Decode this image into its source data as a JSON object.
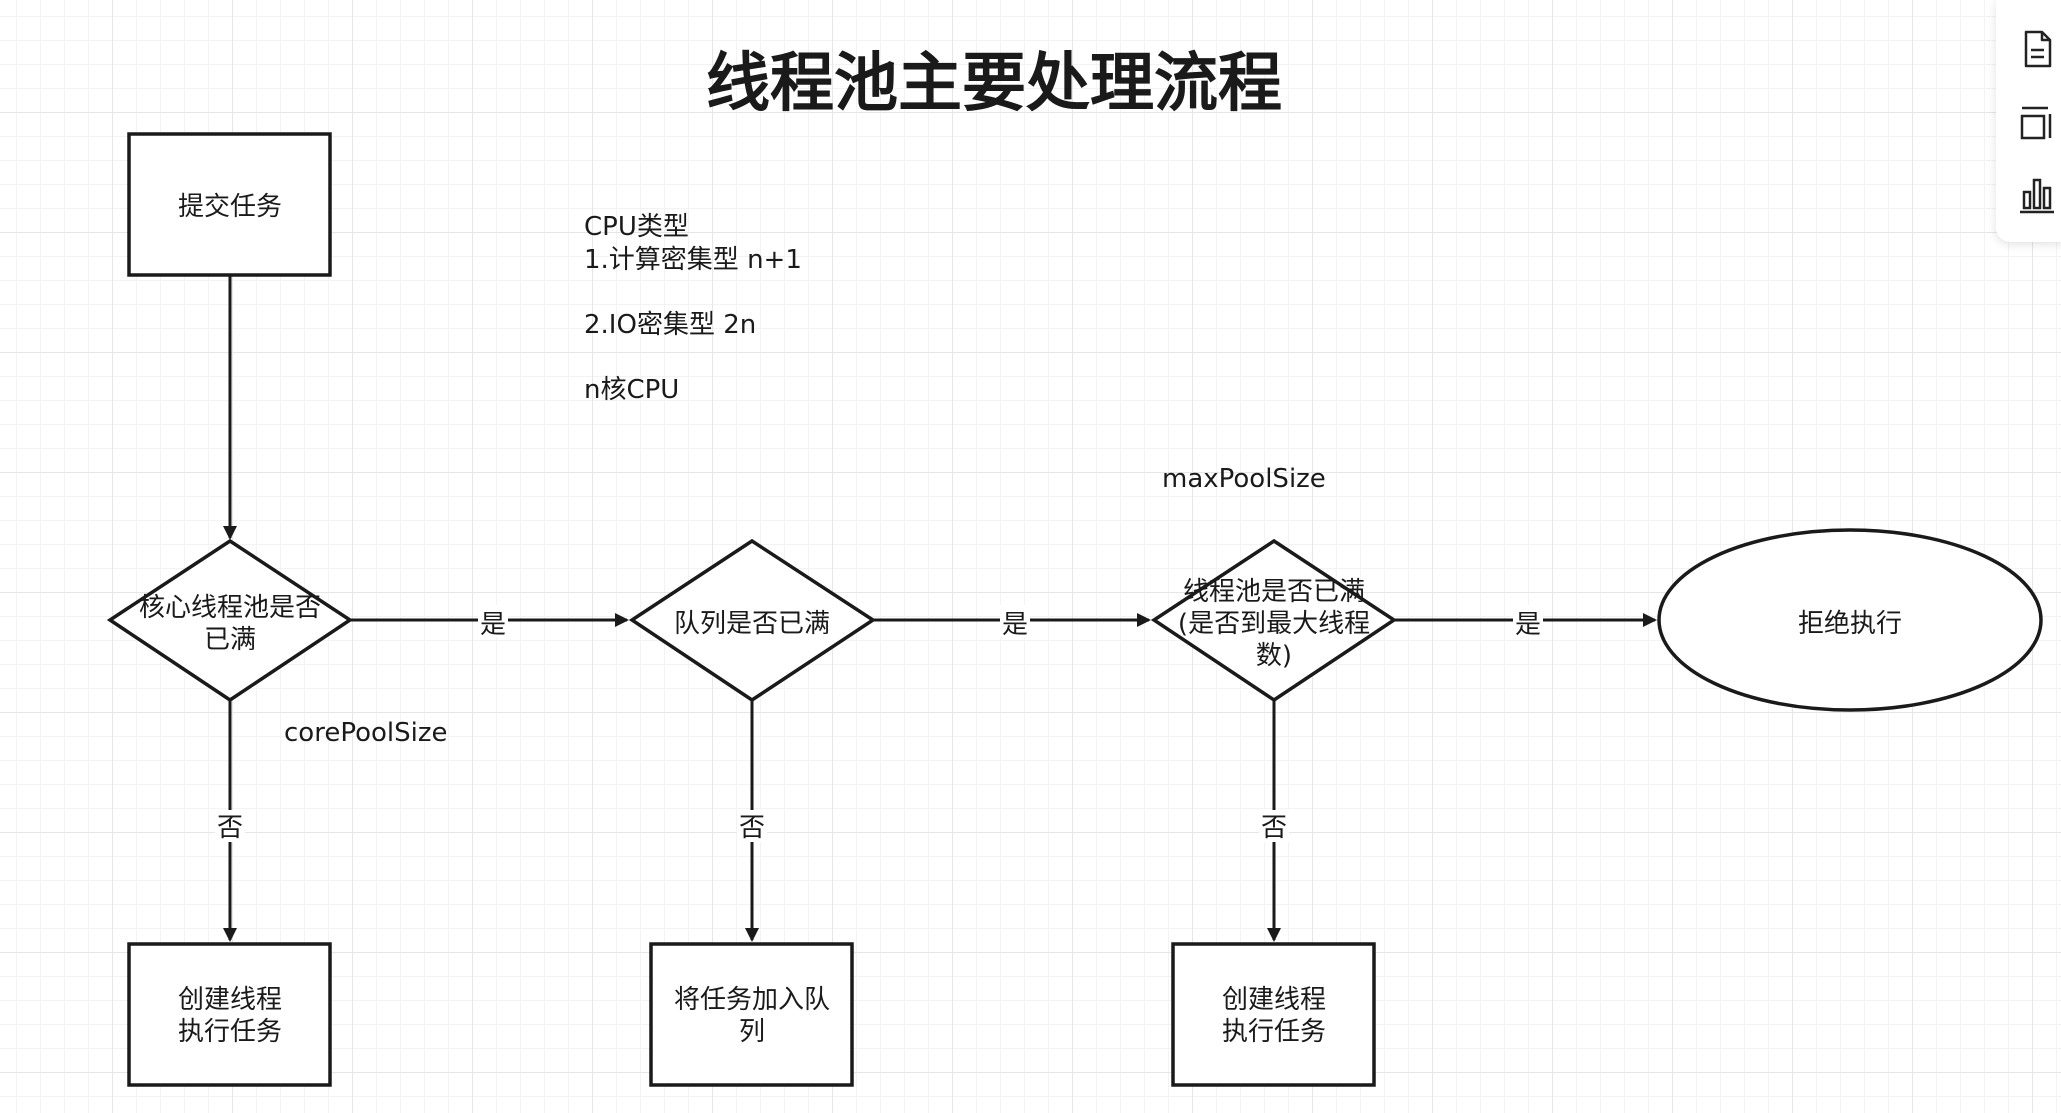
{
  "title": "线程池主要处理流程",
  "nodes": {
    "submit": [
      "提交任务"
    ],
    "core_check": [
      "核心线程池是否",
      "已满"
    ],
    "queue_check": [
      "队列是否已满"
    ],
    "pool_check": [
      "线程池是否已满",
      "(是否到最大线程",
      "数)"
    ],
    "reject": [
      "拒绝执行"
    ],
    "create1": [
      "创建线程",
      "执行任务"
    ],
    "enqueue": [
      "将任务加入队",
      "列"
    ],
    "create2": [
      "创建线程",
      "执行任务"
    ]
  },
  "edge_labels": {
    "core_yes": "是",
    "queue_yes": "是",
    "pool_yes": "是",
    "core_no": "否",
    "queue_no": "否",
    "pool_no": "否"
  },
  "notes": {
    "cpu_lines": [
      "CPU类型",
      "1.计算密集型 n+1",
      "",
      "2.IO密集型  2n",
      "",
      "n核CPU"
    ],
    "max_pool": "maxPoolSize",
    "core_pool": "corePoolSize"
  },
  "toolbar": {
    "items": [
      "page-icon",
      "layout-icon",
      "chart-icon"
    ]
  }
}
